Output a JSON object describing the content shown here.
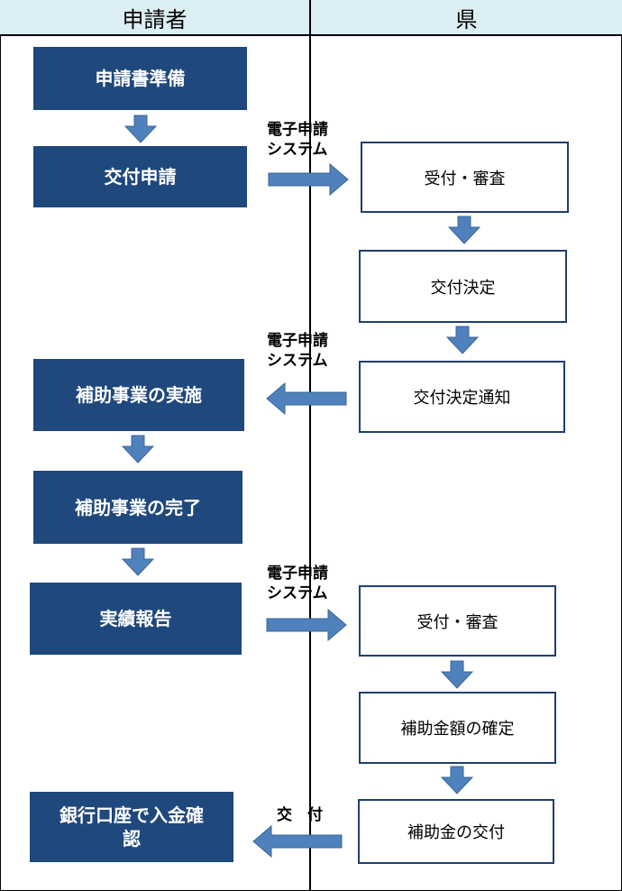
{
  "columns": {
    "applicant": "申請者",
    "prefecture": "県"
  },
  "applicant_steps": [
    "申請書準備",
    "交付申請",
    "補助事業の実施",
    "補助事業の完了",
    "実績報告",
    "銀行口座で入金確認"
  ],
  "prefecture_steps": [
    "受付・審査",
    "交付決定",
    "交付決定通知",
    "受付・審査",
    "補助金額の確定",
    "補助金の交付"
  ],
  "arrow_labels": {
    "system_line1": "電子申請",
    "system_line2": "システム",
    "grant": "交　付"
  },
  "colors": {
    "dark_box": "#1f487c",
    "arrow": "#4f81bd",
    "header": "#dbeef4"
  }
}
